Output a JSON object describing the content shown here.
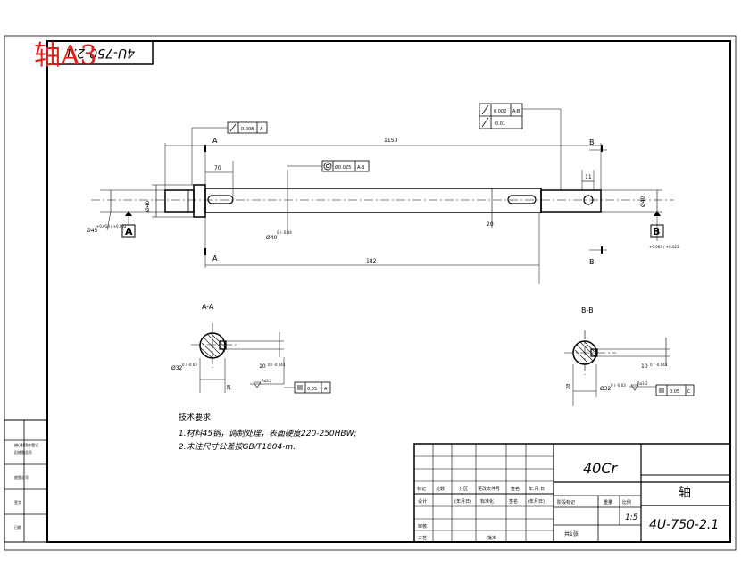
{
  "sheet": {
    "red_stamp": "轴A3",
    "rotated_code": "4U-750-2.1"
  },
  "main_view": {
    "total_length": "1150",
    "len_182": "182",
    "len_70": "70",
    "len_11": "11",
    "dia_left_shoulder": "Ø40",
    "dia_left_journal": "Ø45",
    "dia_left_tol": "+0.018 / +0.002",
    "dia_mid": "Ø40",
    "dia_mid_tol": "0 / -0.04",
    "dia_right": "Ø40",
    "dia_right_tol": "+0.063 / +0.025",
    "key_depth": "20",
    "sect_a": "A",
    "sect_b": "B",
    "datum_a": "A",
    "datum_b": "B",
    "gdt_runout_val": "0.008",
    "gdt_runout_ref": "A",
    "gdt_coax_val": "Ø0.025",
    "gdt_coax_ref": "A-B",
    "gdt_tr_val": "0.002",
    "gdt_tr_ref": "A-B",
    "gdt_cyl_val": "0.01"
  },
  "section_aa": {
    "title": "A-A",
    "dia": "Ø32",
    "dia_tol": "0 / -0.03",
    "keyw": "10",
    "keyw_tol": "0 / -0.043",
    "roughness": "Ra3.2",
    "sym_val": "0.05",
    "sym_ref": "A",
    "depth": "28"
  },
  "section_bb": {
    "title": "B-B",
    "dia": "Ø32",
    "dia_tol": "0 / -0.03",
    "keyw": "10",
    "keyw_tol": "0 / -0.043",
    "roughness": "Ra3.2",
    "sym_val": "0.05",
    "sym_ref": "C",
    "depth": "28"
  },
  "notes": {
    "heading": "技术要求",
    "line1": "1.材料45钢，调制处理，表面硬度220-250HBW;",
    "line2": "2.未注尺寸公差按GB/T1804-m."
  },
  "title_block": {
    "material": "40Cr",
    "part_name": "轴",
    "drawing_no": "4U-750-2.1",
    "scale": "1:5",
    "sheets": "共1张",
    "h_mark": "标记",
    "h_count": "处数",
    "h_zone": "分区",
    "h_docno": "更改文件号",
    "h_sign": "签名",
    "h_date": "年.月.日",
    "h_design": "设计",
    "h_std": "标准化",
    "h_stage": "阶段标记",
    "h_weight": "重量",
    "h_scale": "比例",
    "h_proc": "工艺",
    "h_approve": "批准",
    "h_check": "审核",
    "h_date2": "(年月日)",
    "h_date3": "(年月日)",
    "h_signc": "签名"
  },
  "side_block": {
    "r1": "借(通)用件登记",
    "r2": "旧底图总号",
    "r3": "底图总号",
    "r4": "签字",
    "r5": "日期"
  }
}
